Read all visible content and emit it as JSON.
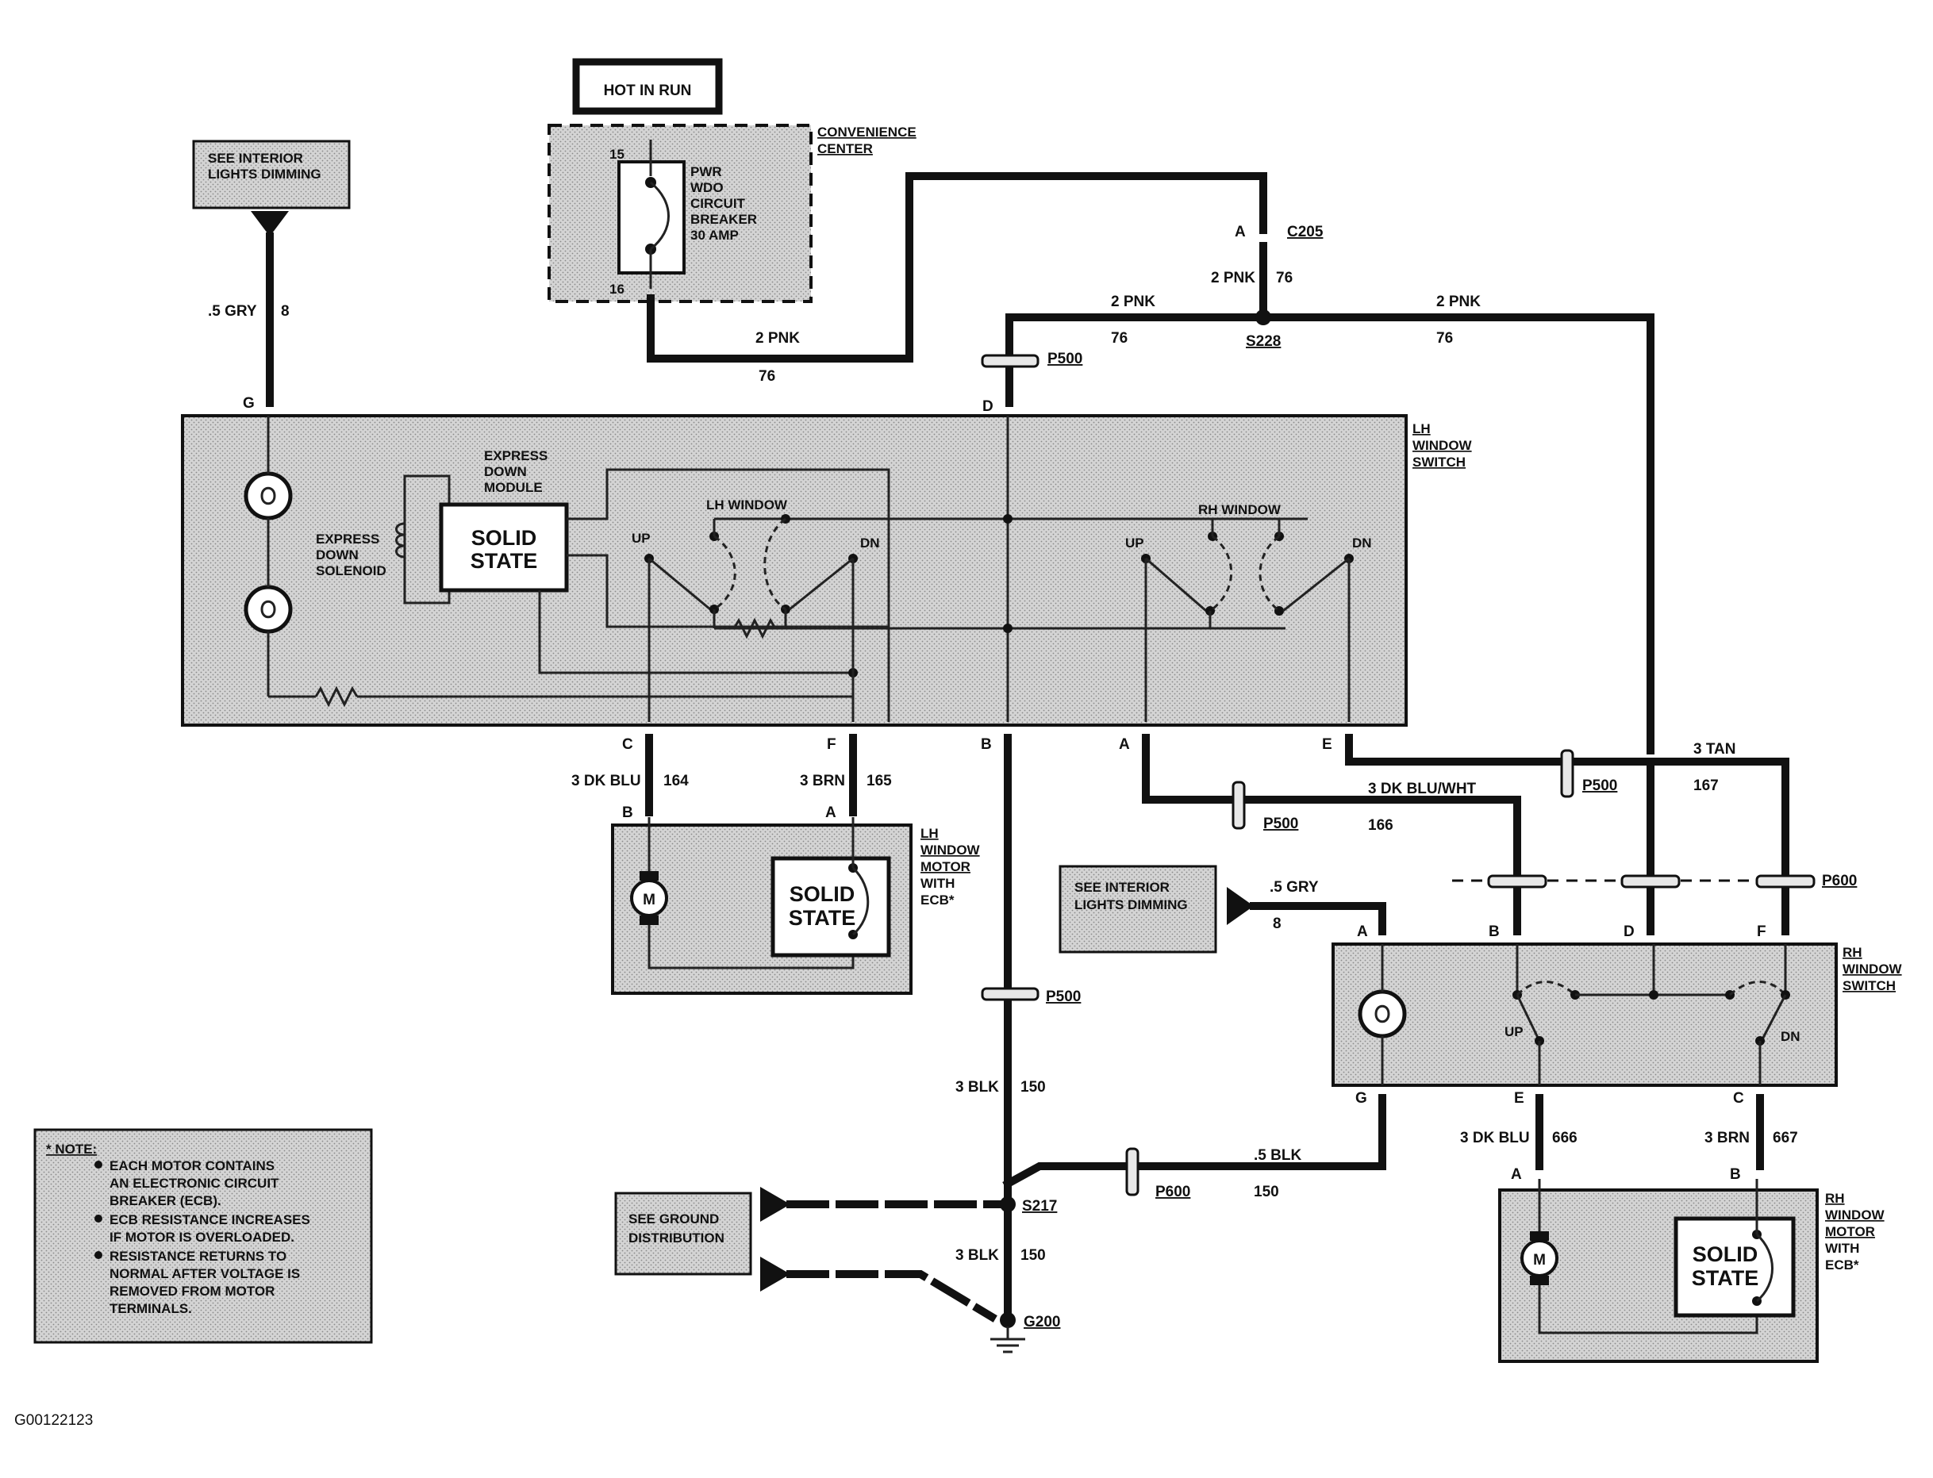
{
  "labels": {
    "hot_in_run": "HOT IN RUN",
    "convenience_center": [
      "CONVENIENCE",
      "CENTER"
    ],
    "breaker": [
      "PWR",
      "WDO",
      "CIRCUIT",
      "BREAKER",
      "30 AMP"
    ],
    "breaker_pin_in": "15",
    "breaker_pin_out": "16",
    "see_interior_lights_1": [
      "SEE INTERIOR",
      "LIGHTS DIMMING"
    ],
    "see_interior_lights_2": [
      "SEE INTERIOR",
      "LIGHTS DIMMING"
    ],
    "see_ground": [
      "SEE GROUND",
      "DISTRIBUTION"
    ],
    "lh_window_switch": [
      "LH",
      "WINDOW",
      "SWITCH"
    ],
    "rh_window_switch": [
      "RH",
      "WINDOW",
      "SWITCH"
    ],
    "lh_window_motor": [
      "LH",
      "WINDOW",
      "MOTOR",
      "WITH",
      "ECB*"
    ],
    "rh_window_motor": [
      "RH",
      "WINDOW",
      "MOTOR",
      "WITH",
      "ECB*"
    ],
    "express_down_module": [
      "EXPRESS",
      "DOWN",
      "MODULE"
    ],
    "express_down_solenoid": [
      "EXPRESS",
      "DOWN",
      "SOLENOID"
    ],
    "solid_state": [
      "SOLID",
      "STATE"
    ],
    "lh_window": "LH WINDOW",
    "rh_window": "RH WINDOW",
    "up": "UP",
    "dn": "DN",
    "motor": "M",
    "image_id": "G00122123"
  },
  "connectors": {
    "c205": "C205",
    "s228": "S228",
    "p500": "P500",
    "p600": "P600",
    "s217": "S217",
    "g200": "G200"
  },
  "wires": {
    "gry_8": ".5 GRY",
    "gry_8_num": "8",
    "pnk_76": "2 PNK",
    "pnk_76_num": "76",
    "dkblu_164": "3 DK BLU",
    "dkblu_164_num": "164",
    "brn_165": "3 BRN",
    "brn_165_num": "165",
    "dkbluwht_166": "3 DK BLU/WHT",
    "dkbluwht_166_num": "166",
    "tan_167": "3 TAN",
    "tan_167_num": "167",
    "blk_150": "3 BLK",
    "blk_150_num": "150",
    "blk5_150": ".5 BLK",
    "blk5_150_num": "150",
    "dkblu_666": "3 DK BLU",
    "dkblu_666_num": "666",
    "brn_667": "3 BRN",
    "brn_667_num": "667"
  },
  "note": {
    "title": "* NOTE:",
    "lines": [
      "EACH MOTOR CONTAINS",
      "AN ELECTRONIC CIRCUIT",
      "BREAKER (ECB).",
      "ECB RESISTANCE INCREASES",
      "IF MOTOR IS OVERLOADED.",
      "RESISTANCE RETURNS TO",
      "NORMAL AFTER VOLTAGE IS",
      "REMOVED FROM MOTOR",
      "TERMINALS."
    ]
  },
  "pins": {
    "A": "A",
    "B": "B",
    "C": "C",
    "D": "D",
    "E": "E",
    "F": "F",
    "G": "G"
  }
}
